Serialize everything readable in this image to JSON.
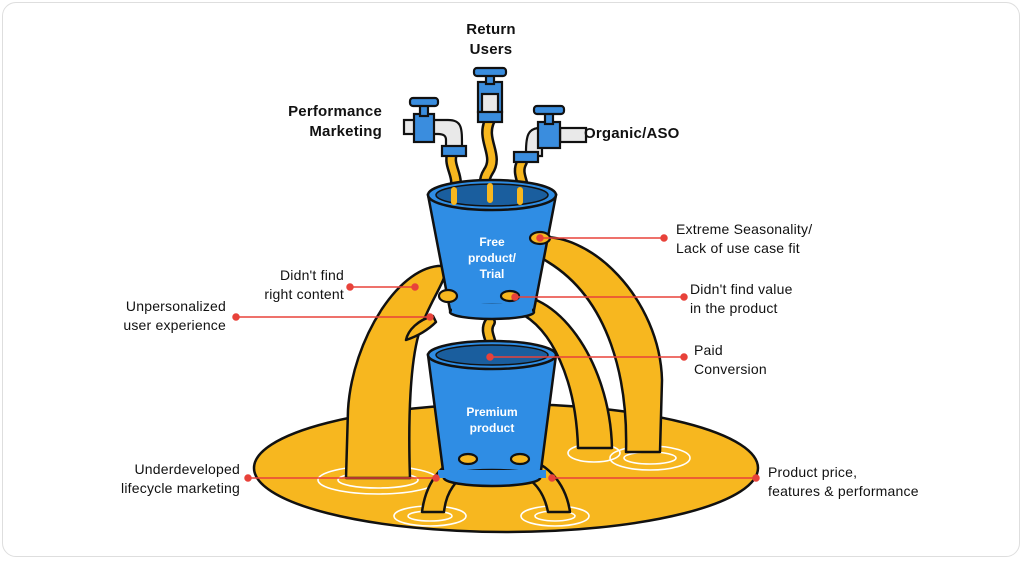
{
  "sources": {
    "return_users": "Return\nUsers",
    "performance_marketing": "Performance\nMarketing",
    "organic_aso": "Organic/ASO"
  },
  "cups": {
    "free_trial": "Free\nproduct/\nTrial",
    "premium": "Premium\nproduct"
  },
  "callouts": {
    "extreme_seasonality": "Extreme Seasonality/\nLack of use case fit",
    "didnt_find_content": "Didn't find\nright content",
    "unpersonalized": "Unpersonalized\nuser experience",
    "didnt_find_value": "Didn't find value\nin the product",
    "paid_conversion": "Paid\nConversion",
    "lifecycle": "Underdeveloped\nlifecycle marketing",
    "price": "Product price,\nfeatures & performance"
  },
  "colors": {
    "liquid": "#F7B71F",
    "cup_blue": "#2F8DE4",
    "cup_inner": "#1A5E9E",
    "faucet_blue": "#3A8DDE",
    "pointer_red": "#E8423A",
    "outline": "#111111"
  }
}
